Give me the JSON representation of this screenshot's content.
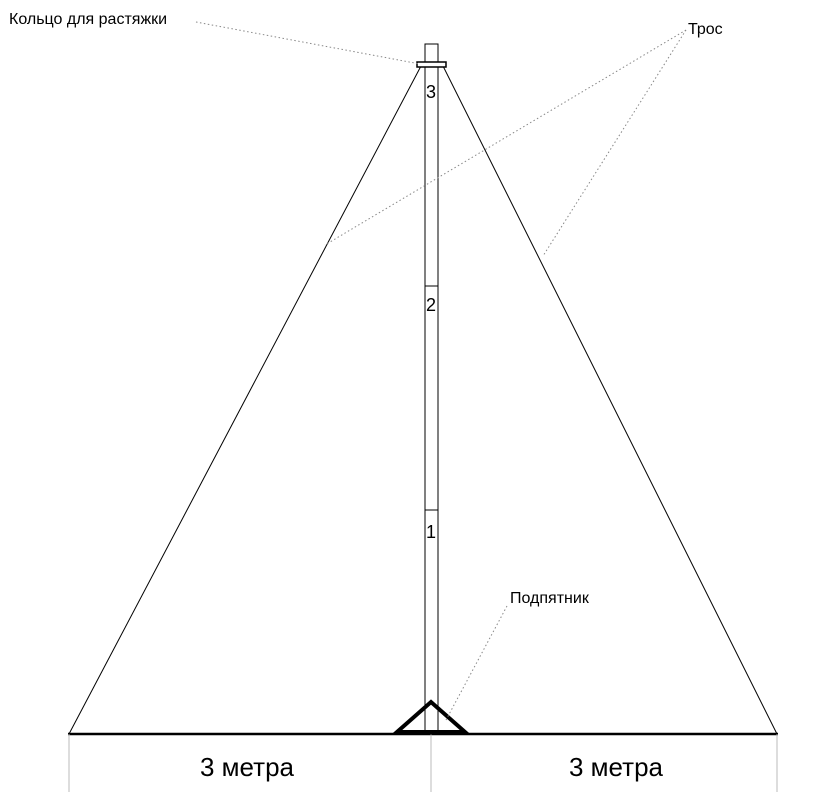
{
  "labels": {
    "ring": "Кольцо для растяжки",
    "cable": "Трос",
    "footstep": "Подпятник",
    "dim_left": "3 метра",
    "dim_right": "3 метра"
  },
  "sections": [
    "1",
    "2",
    "3"
  ]
}
